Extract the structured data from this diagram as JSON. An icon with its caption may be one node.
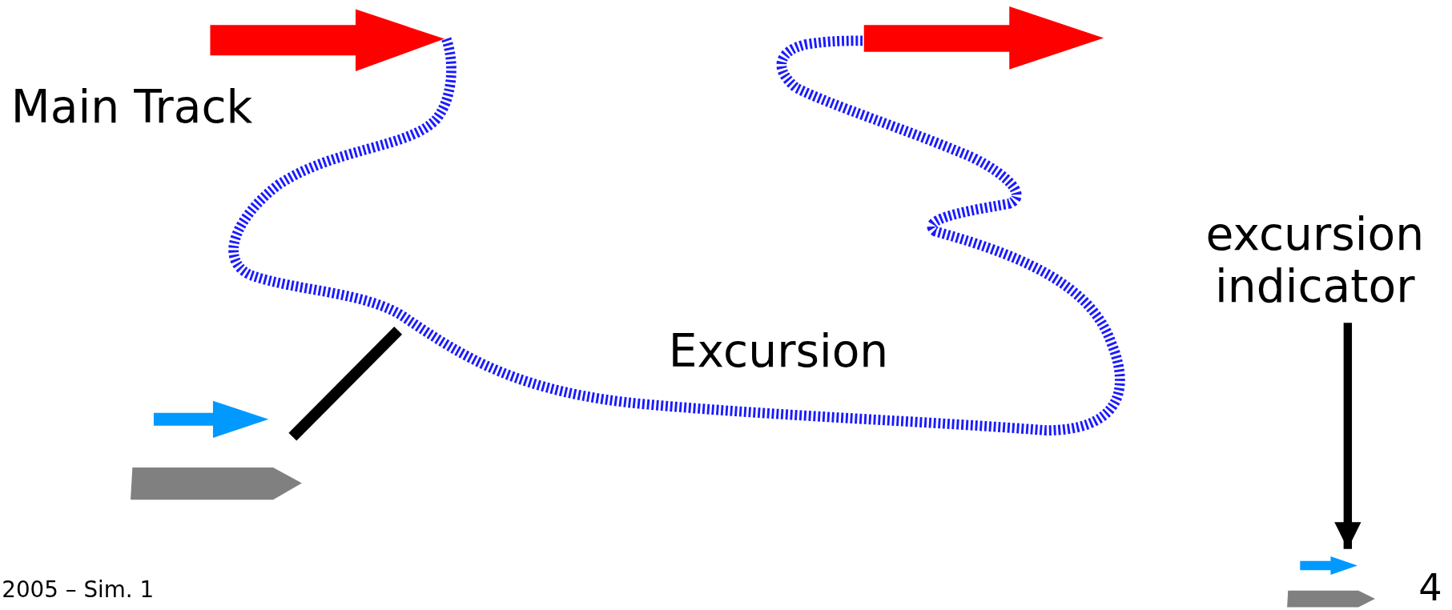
{
  "diagram": {
    "nodes": [
      {
        "text": [
          "excursion indicator"
        ]
      },
      {
        "text": [],
        "shape": "picture"
      }
    ],
    "edges": [
      {
        "from": 0,
        "to": 1,
        "arrow": "to"
      }
    ],
    "labels": [
      "Main Track",
      "Excursion",
      "2005 – Sim. 1",
      "4"
    ]
  }
}
